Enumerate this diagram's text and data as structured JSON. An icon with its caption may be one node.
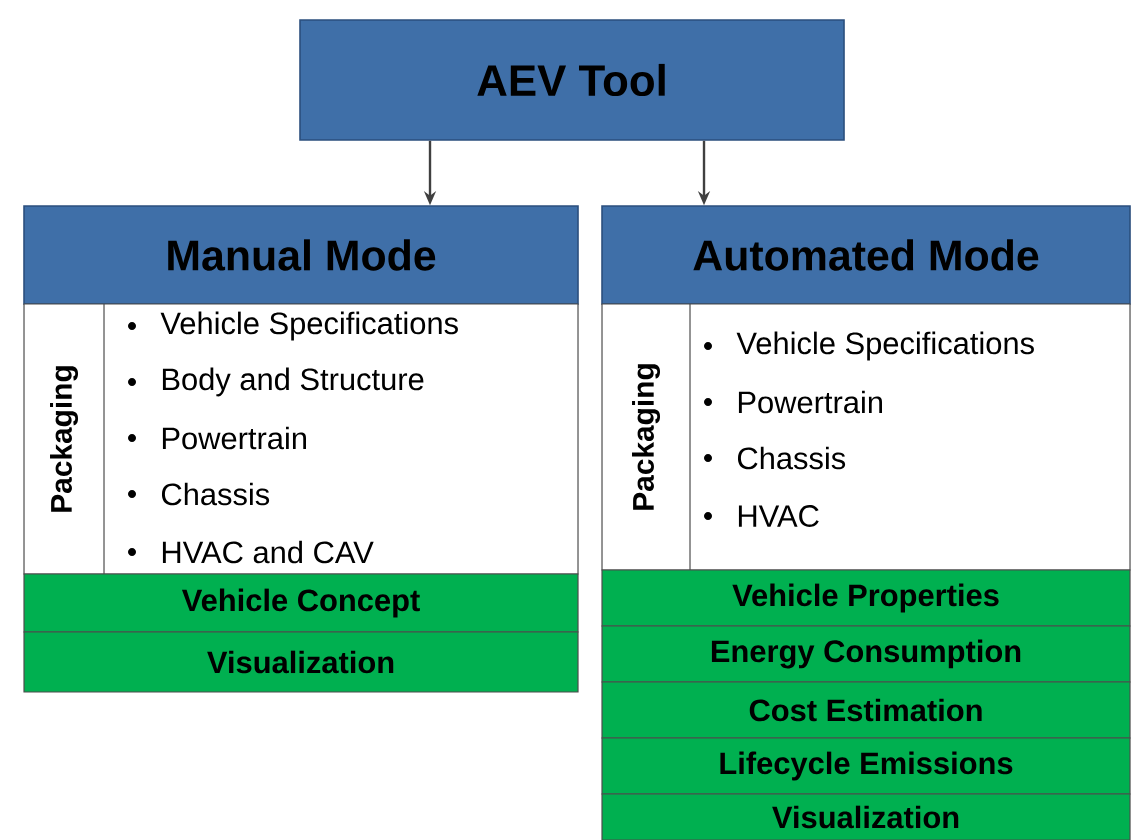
{
  "diagram": {
    "nodes": [
      {
        "text": [
          "AEV Tool"
        ]
      },
      {
        "text": [
          "Manual Mode"
        ]
      },
      {
        "text": [
          "Packaging",
          "Vehicle Specifications",
          "Body and Structure",
          "Powertrain",
          "Chassis",
          "HVAC and CAV"
        ]
      },
      {
        "text": [
          "Vehicle Concept"
        ]
      },
      {
        "text": [
          "Visualization"
        ]
      },
      {
        "text": [
          "Automated Mode"
        ]
      },
      {
        "text": [
          "Packaging",
          "Vehicle Specifications",
          "Powertrain",
          "Chassis",
          "HVAC"
        ]
      },
      {
        "text": [
          "Vehicle Properties"
        ]
      },
      {
        "text": [
          "Energy Consumption"
        ]
      },
      {
        "text": [
          "Cost Estimation"
        ]
      },
      {
        "text": [
          "Lifecycle Emissions"
        ]
      },
      {
        "text": [
          "Visualization"
        ]
      }
    ],
    "edges": [
      {
        "from": 0,
        "to": 1,
        "arrow": "to"
      },
      {
        "from": 0,
        "to": 5,
        "arrow": "to"
      }
    ]
  }
}
